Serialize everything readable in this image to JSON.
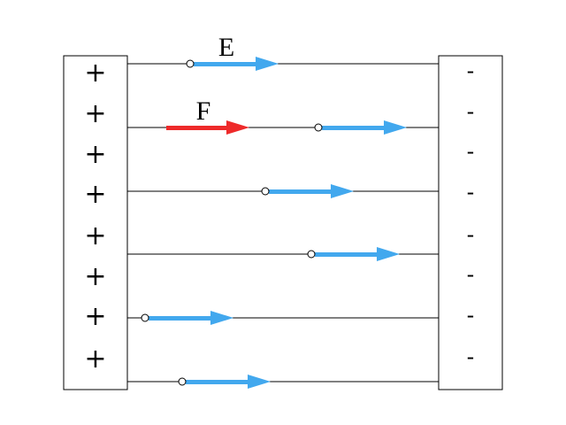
{
  "labels": {
    "field": "E",
    "force": "F"
  },
  "plates": {
    "positive_sign": "+",
    "negative_sign": "-",
    "positive_count": 8,
    "negative_count": 8
  },
  "colors": {
    "field_arrow": "#42A8EE",
    "force_arrow": "#EE2A2A",
    "line": "#000000",
    "background": "#ffffff"
  }
}
